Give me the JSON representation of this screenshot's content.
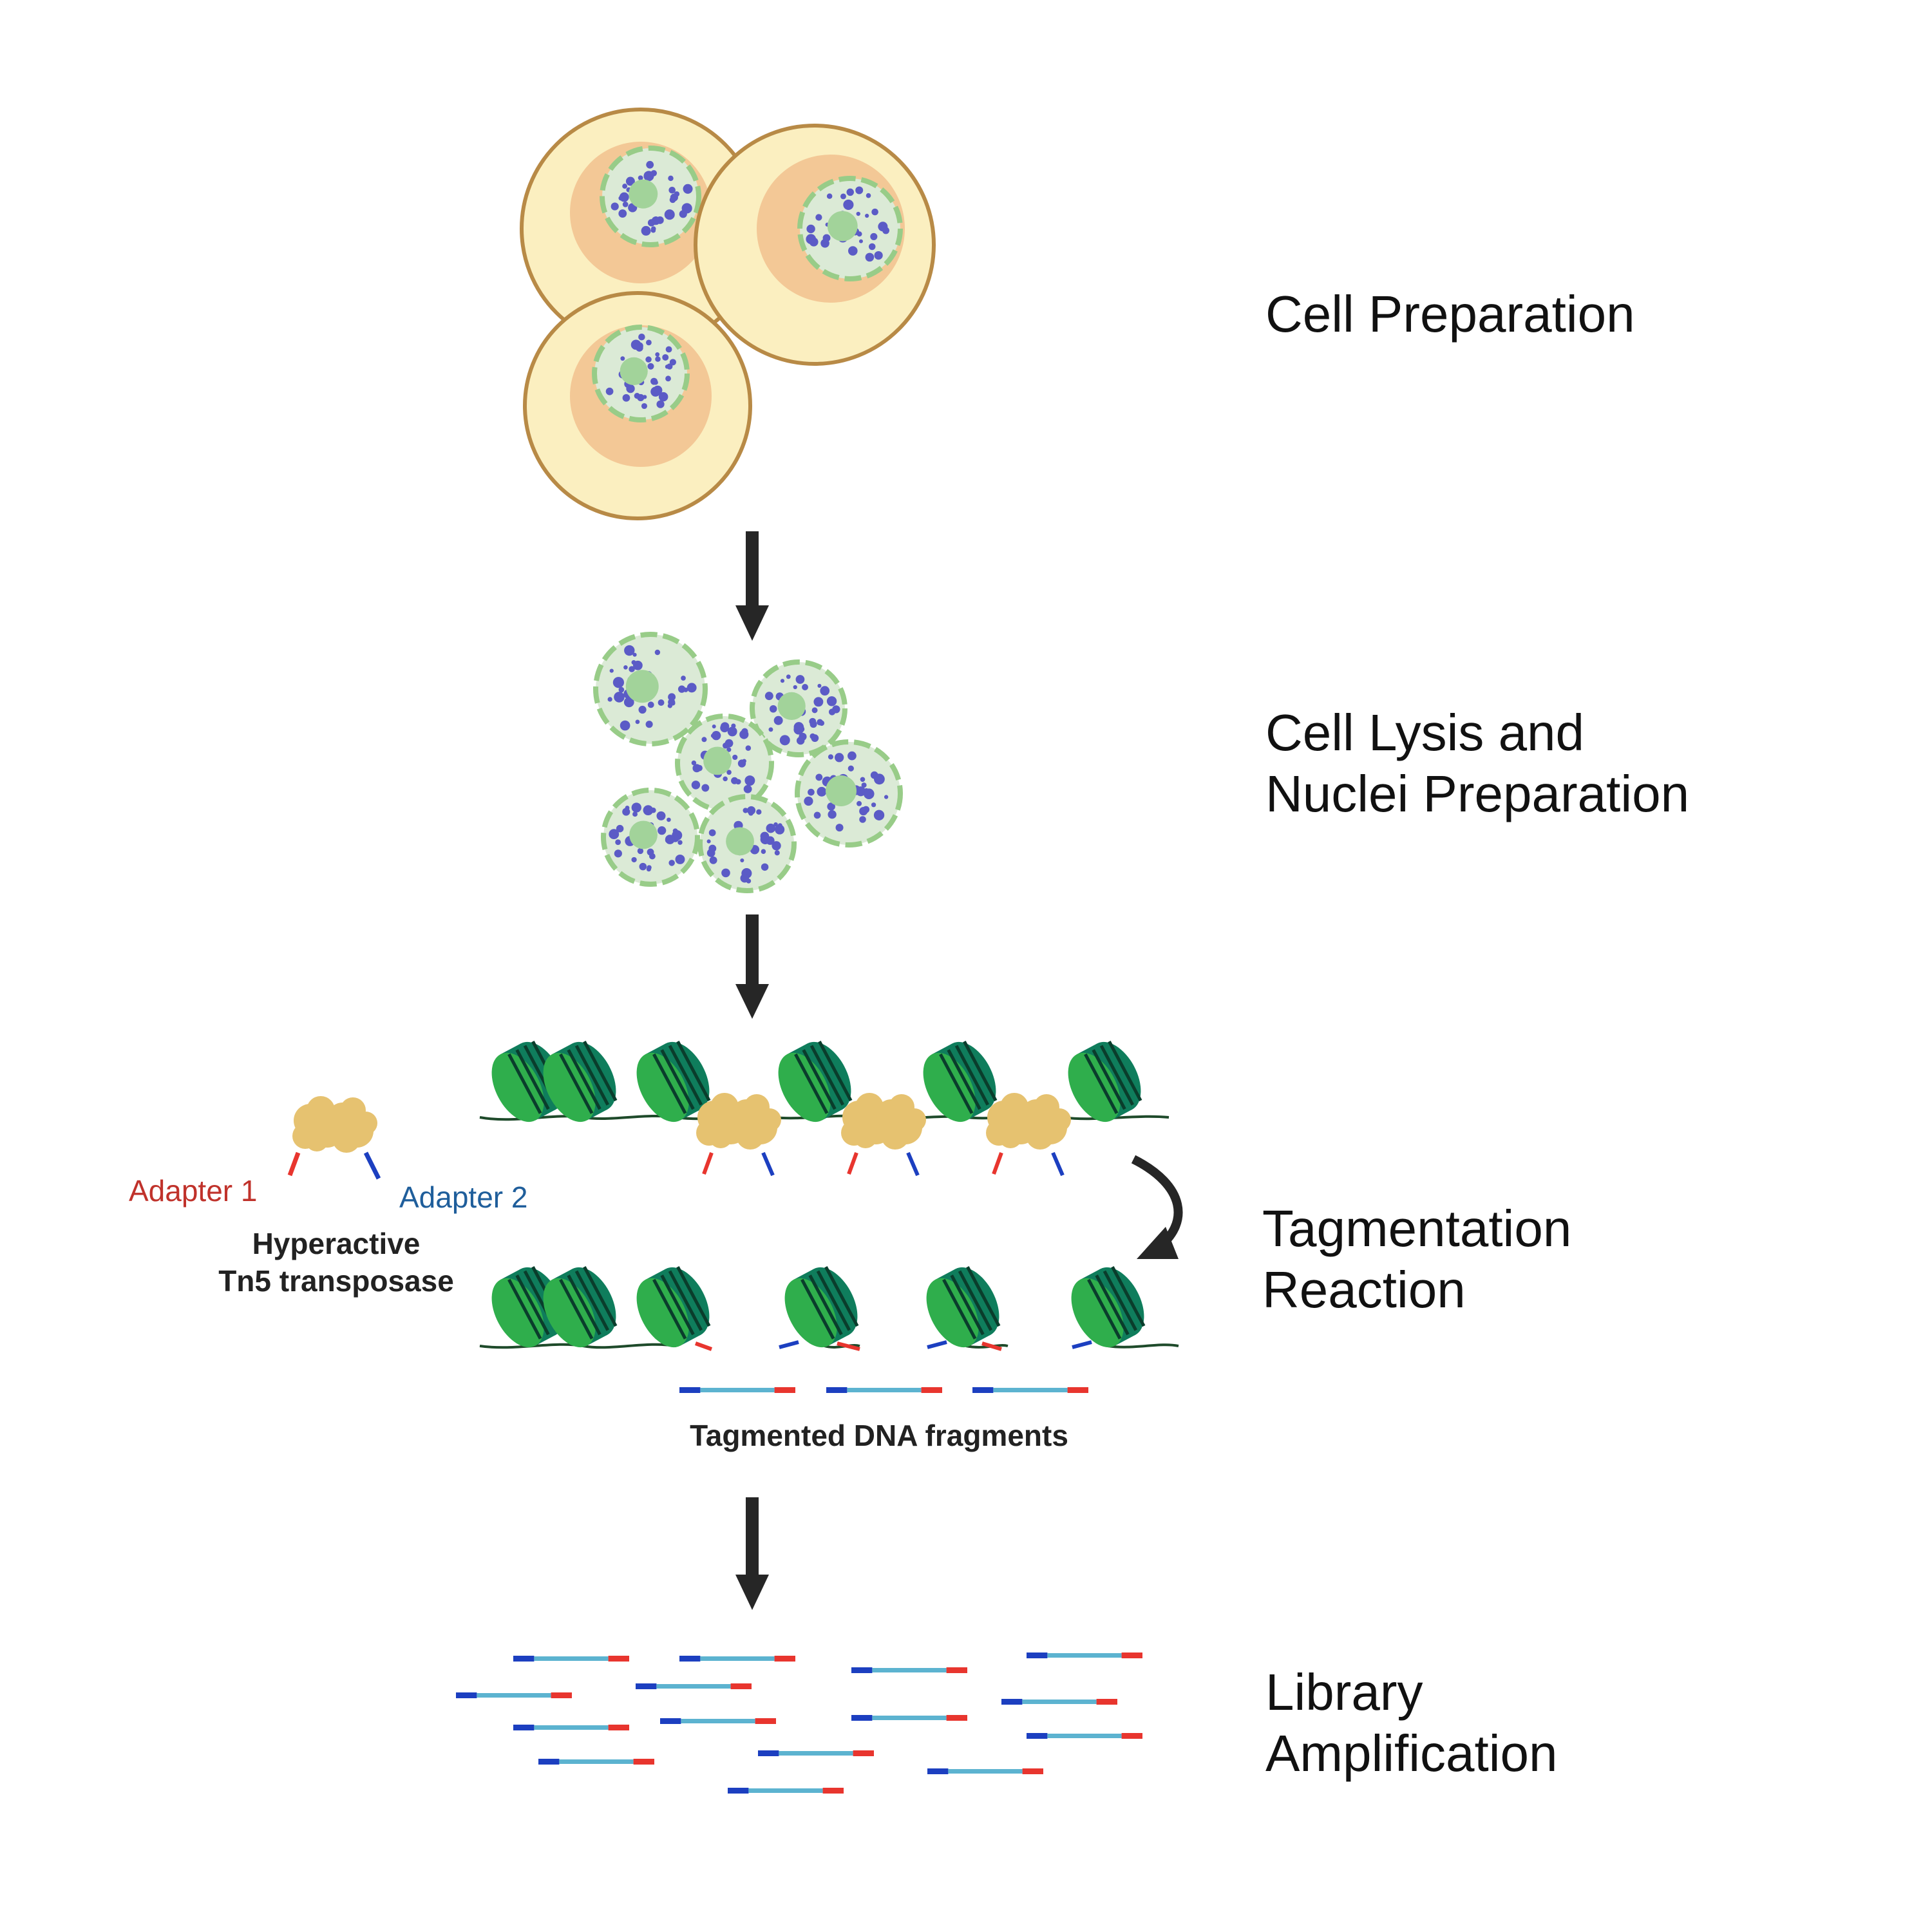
{
  "stages": [
    {
      "label_lines": [
        "Cell Preparation"
      ]
    },
    {
      "label_lines": [
        "Cell Lysis and",
        "Nuclei Preparation"
      ]
    },
    {
      "label_lines": [
        "Tagmentation",
        "Reaction"
      ]
    },
    {
      "label_lines": [
        "Library",
        "Amplification"
      ]
    }
  ],
  "tn5": {
    "adapter1_label": "Adapter 1",
    "adapter2_label": "Adapter 2",
    "name_line1": "Hyperactive",
    "name_line2": "Tn5 transposase"
  },
  "fragments_label": "Tagmented DNA fragments",
  "colors": {
    "cytoplasm": "#fbefc0",
    "cell_border": "#b88a46",
    "inner_cyto": "#f3c896",
    "nucleus": "#dbead6",
    "nucleus_border": "#98cc88",
    "nucleolus": "#a2d39a",
    "chromatin": "#5b5bc6",
    "nucleosome_light": "#2fae4c",
    "nucleosome_dark": "#0f7d5c",
    "dna_strand": "#1e4a2a",
    "tn5": "#e6c270",
    "adapter1": "#e8352e",
    "adapter2": "#1c3fc0",
    "fragment_core": "#5cb3d0",
    "arrow": "#262626",
    "adapter1_text": "#c0322b",
    "adapter2_text": "#1f5e9b"
  }
}
